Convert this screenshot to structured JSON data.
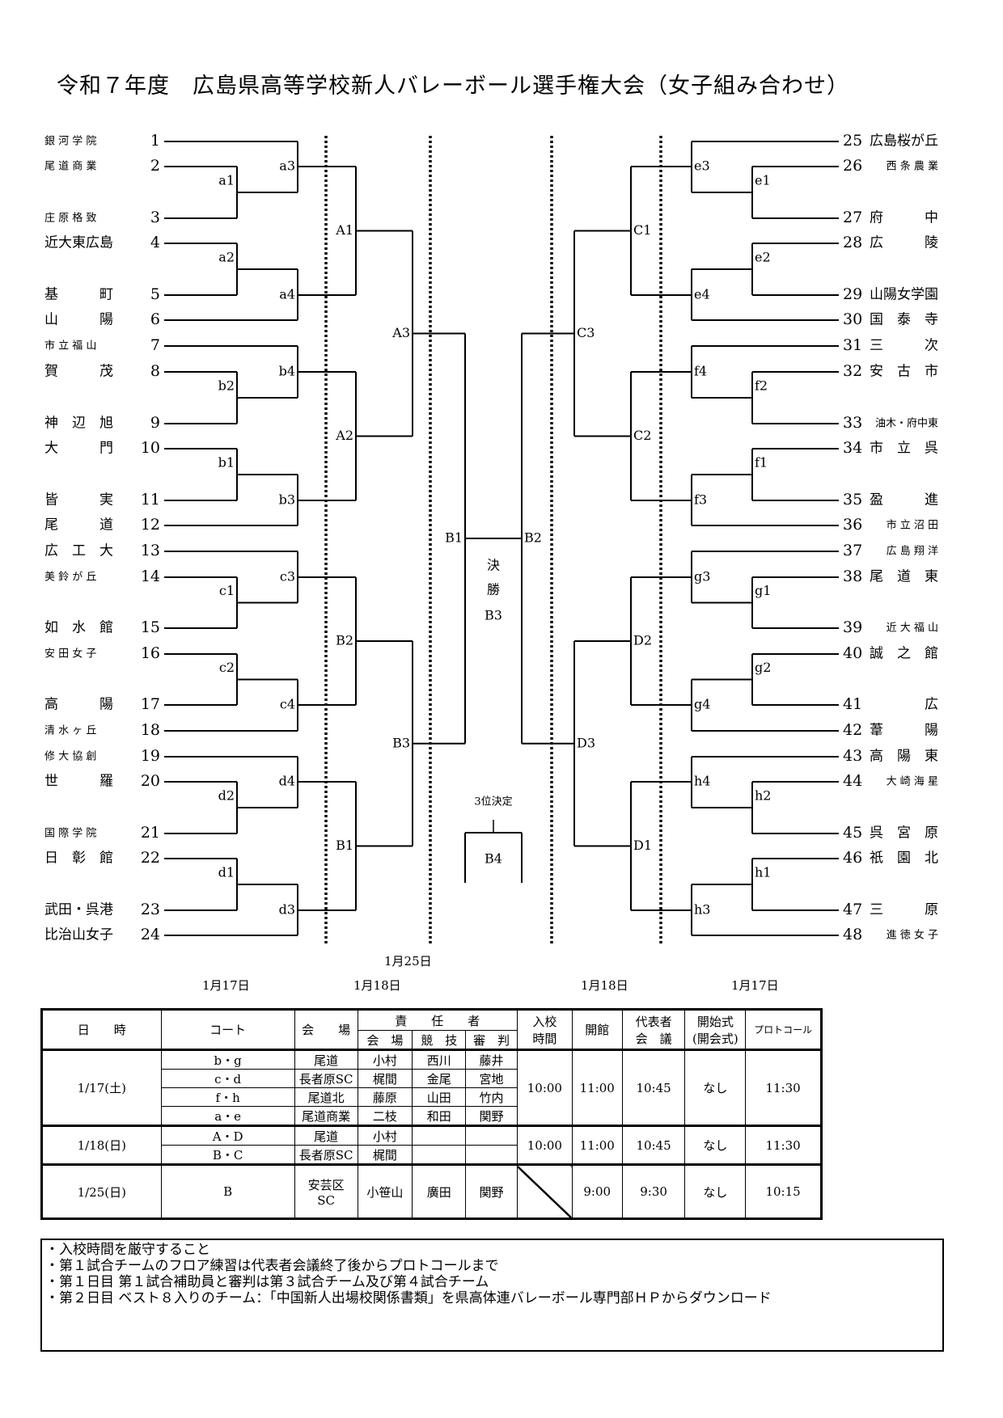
{
  "title": "令和７年度　広島県高等学校新人バレーボール選手権大会（女子組み合わせ）",
  "left_teams": [
    {
      "seed": "1",
      "name": "銀 河 学 院"
    },
    {
      "seed": "2",
      "name": "尾 道 商 業"
    },
    {
      "seed": "3",
      "name": "庄 原 格 致"
    },
    {
      "seed": "4",
      "name": "近大東広島"
    },
    {
      "seed": "5",
      "name": "基　　　町"
    },
    {
      "seed": "6",
      "name": "山　　　陽"
    },
    {
      "seed": "7",
      "name": "市 立 福 山"
    },
    {
      "seed": "8",
      "name": "賀　　　茂"
    },
    {
      "seed": "9",
      "name": "神　辺　旭"
    },
    {
      "seed": "10",
      "name": "大　　　門"
    },
    {
      "seed": "11",
      "name": "皆　　　実"
    },
    {
      "seed": "12",
      "name": "尾　　　道"
    },
    {
      "seed": "13",
      "name": "広　工　大"
    },
    {
      "seed": "14",
      "name": "美 鈴 が 丘"
    },
    {
      "seed": "15",
      "name": "如　水　館"
    },
    {
      "seed": "16",
      "name": "安 田 女 子"
    },
    {
      "seed": "17",
      "name": "高　　　陽"
    },
    {
      "seed": "18",
      "name": "清 水 ヶ 丘"
    },
    {
      "seed": "19",
      "name": "修 大 協 創"
    },
    {
      "seed": "20",
      "name": "世　　　羅"
    },
    {
      "seed": "21",
      "name": "国 際 学 院"
    },
    {
      "seed": "22",
      "name": "日　彰　館"
    },
    {
      "seed": "23",
      "name": "武田・呉港"
    },
    {
      "seed": "24",
      "name": "比治山女子"
    }
  ],
  "right_teams": [
    {
      "seed": "25",
      "name": "広島桜が丘"
    },
    {
      "seed": "26",
      "name": "西 条 農 業"
    },
    {
      "seed": "27",
      "name": "府　　　中"
    },
    {
      "seed": "28",
      "name": "広　　　陵"
    },
    {
      "seed": "29",
      "name": "山陽女学園"
    },
    {
      "seed": "30",
      "name": "国　泰　寺"
    },
    {
      "seed": "31",
      "name": "三　　　次"
    },
    {
      "seed": "32",
      "name": "安　古　市"
    },
    {
      "seed": "33",
      "name": "油木・府中東"
    },
    {
      "seed": "34",
      "name": "市　立　呉"
    },
    {
      "seed": "35",
      "name": "盈　　　進"
    },
    {
      "seed": "36",
      "name": "市 立 沼 田"
    },
    {
      "seed": "37",
      "name": "広 島 翔 洋"
    },
    {
      "seed": "38",
      "name": "尾　道　東"
    },
    {
      "seed": "39",
      "name": "近 大 福 山"
    },
    {
      "seed": "40",
      "name": "誠　之　館"
    },
    {
      "seed": "41",
      "name": "広"
    },
    {
      "seed": "42",
      "name": "葦　　　陽"
    },
    {
      "seed": "43",
      "name": "高　陽　東"
    },
    {
      "seed": "44",
      "name": "大 崎 海 星"
    },
    {
      "seed": "45",
      "name": "呉　宮　原"
    },
    {
      "seed": "46",
      "name": "祇　園　北"
    },
    {
      "seed": "47",
      "name": "三　　　原"
    },
    {
      "seed": "48",
      "name": "進 徳 女 子"
    }
  ],
  "match_labels": {
    "left_r1": [
      "a1",
      "a2",
      "b2",
      "b1",
      "c1",
      "c2",
      "d2",
      "d1"
    ],
    "left_r2": [
      "a3",
      "a4",
      "b4",
      "b3",
      "c3",
      "c4",
      "d4",
      "d3"
    ],
    "left_r3": [
      "A1",
      "A2",
      "B2",
      "B1"
    ],
    "left_r4": [
      "A3",
      "B3"
    ],
    "right_r1": [
      "e1",
      "e2",
      "f2",
      "f1",
      "g1",
      "g2",
      "h2",
      "h1"
    ],
    "right_r2": [
      "e3",
      "e4",
      "f4",
      "f3",
      "g3",
      "g4",
      "h4",
      "h3"
    ],
    "right_r3": [
      "C1",
      "C2",
      "D2",
      "D1"
    ],
    "right_r4": [
      "C3",
      "D3"
    ],
    "semi_left": "B1",
    "semi_right": "B2",
    "final_chars": [
      "決",
      "勝",
      "B3"
    ],
    "third_place_title": "3位決定",
    "third_place_match": "B4"
  },
  "dates": {
    "center": "1月25日",
    "left_outer": "1月17日",
    "left_inner": "1月18日",
    "right_inner": "1月18日",
    "right_outer": "1月17日"
  },
  "schedule": {
    "headers": {
      "datetime": "日　　時",
      "court": "コート",
      "venue": "会　　場",
      "responsible": "責　　任　　者",
      "resp_venue": "会　場",
      "resp_game": "競　技",
      "resp_referee": "審　判",
      "entry_time": [
        "入校",
        "時間"
      ],
      "hall_open": "開館",
      "rep_meeting": [
        "代表者",
        "会　議"
      ],
      "opening": [
        "開始式",
        "(開会式)"
      ],
      "protocol": "プロトコール"
    },
    "days": [
      {
        "date": "1/17(土)",
        "rows": [
          {
            "court": "b・g",
            "venue": "尾道",
            "resp_venue": "小村",
            "resp_game": "西川",
            "resp_referee": "藤井"
          },
          {
            "court": "c・d",
            "venue": "長者原SC",
            "resp_venue": "梶間",
            "resp_game": "金尾",
            "resp_referee": "宮地"
          },
          {
            "court": "f・h",
            "venue": "尾道北",
            "resp_venue": "藤原",
            "resp_game": "山田",
            "resp_referee": "竹内"
          },
          {
            "court": "a・e",
            "venue": "尾道商業",
            "resp_venue": "二枝",
            "resp_game": "和田",
            "resp_referee": "関野"
          }
        ],
        "entry_time": "10:00",
        "hall_open": "11:00",
        "rep_meeting": "10:45",
        "opening": "なし",
        "protocol": "11:30"
      },
      {
        "date": "1/18(日)",
        "rows": [
          {
            "court": "A・D",
            "venue": "尾道",
            "resp_venue": "小村",
            "resp_game": "",
            "resp_referee": ""
          },
          {
            "court": "B・C",
            "venue": "長者原SC",
            "resp_venue": "梶間",
            "resp_game": "",
            "resp_referee": ""
          }
        ],
        "entry_time": "10:00",
        "hall_open": "11:00",
        "rep_meeting": "10:45",
        "opening": "なし",
        "protocol": "11:30"
      },
      {
        "date": "1/25(日)",
        "rows": [
          {
            "court": "B",
            "venue": "安芸区\nSC",
            "resp_venue": "小笹山",
            "resp_game": "廣田",
            "resp_referee": "関野"
          }
        ],
        "entry_time": "",
        "hall_open": "9:00",
        "rep_meeting": "9:30",
        "opening": "なし",
        "protocol": "10:15"
      }
    ]
  },
  "notes": [
    "・入校時間を厳守すること",
    "・第１試合チームのフロア練習は代表者会議終了後からプロトコールまで",
    "・第１日目 第１試合補助員と審判は第３試合チーム及び第４試合チーム",
    "・第２日目 ベスト８入りのチーム：「中国新人出場校関係書類」を県高体連バレーボール専門部ＨＰからダウンロード"
  ]
}
